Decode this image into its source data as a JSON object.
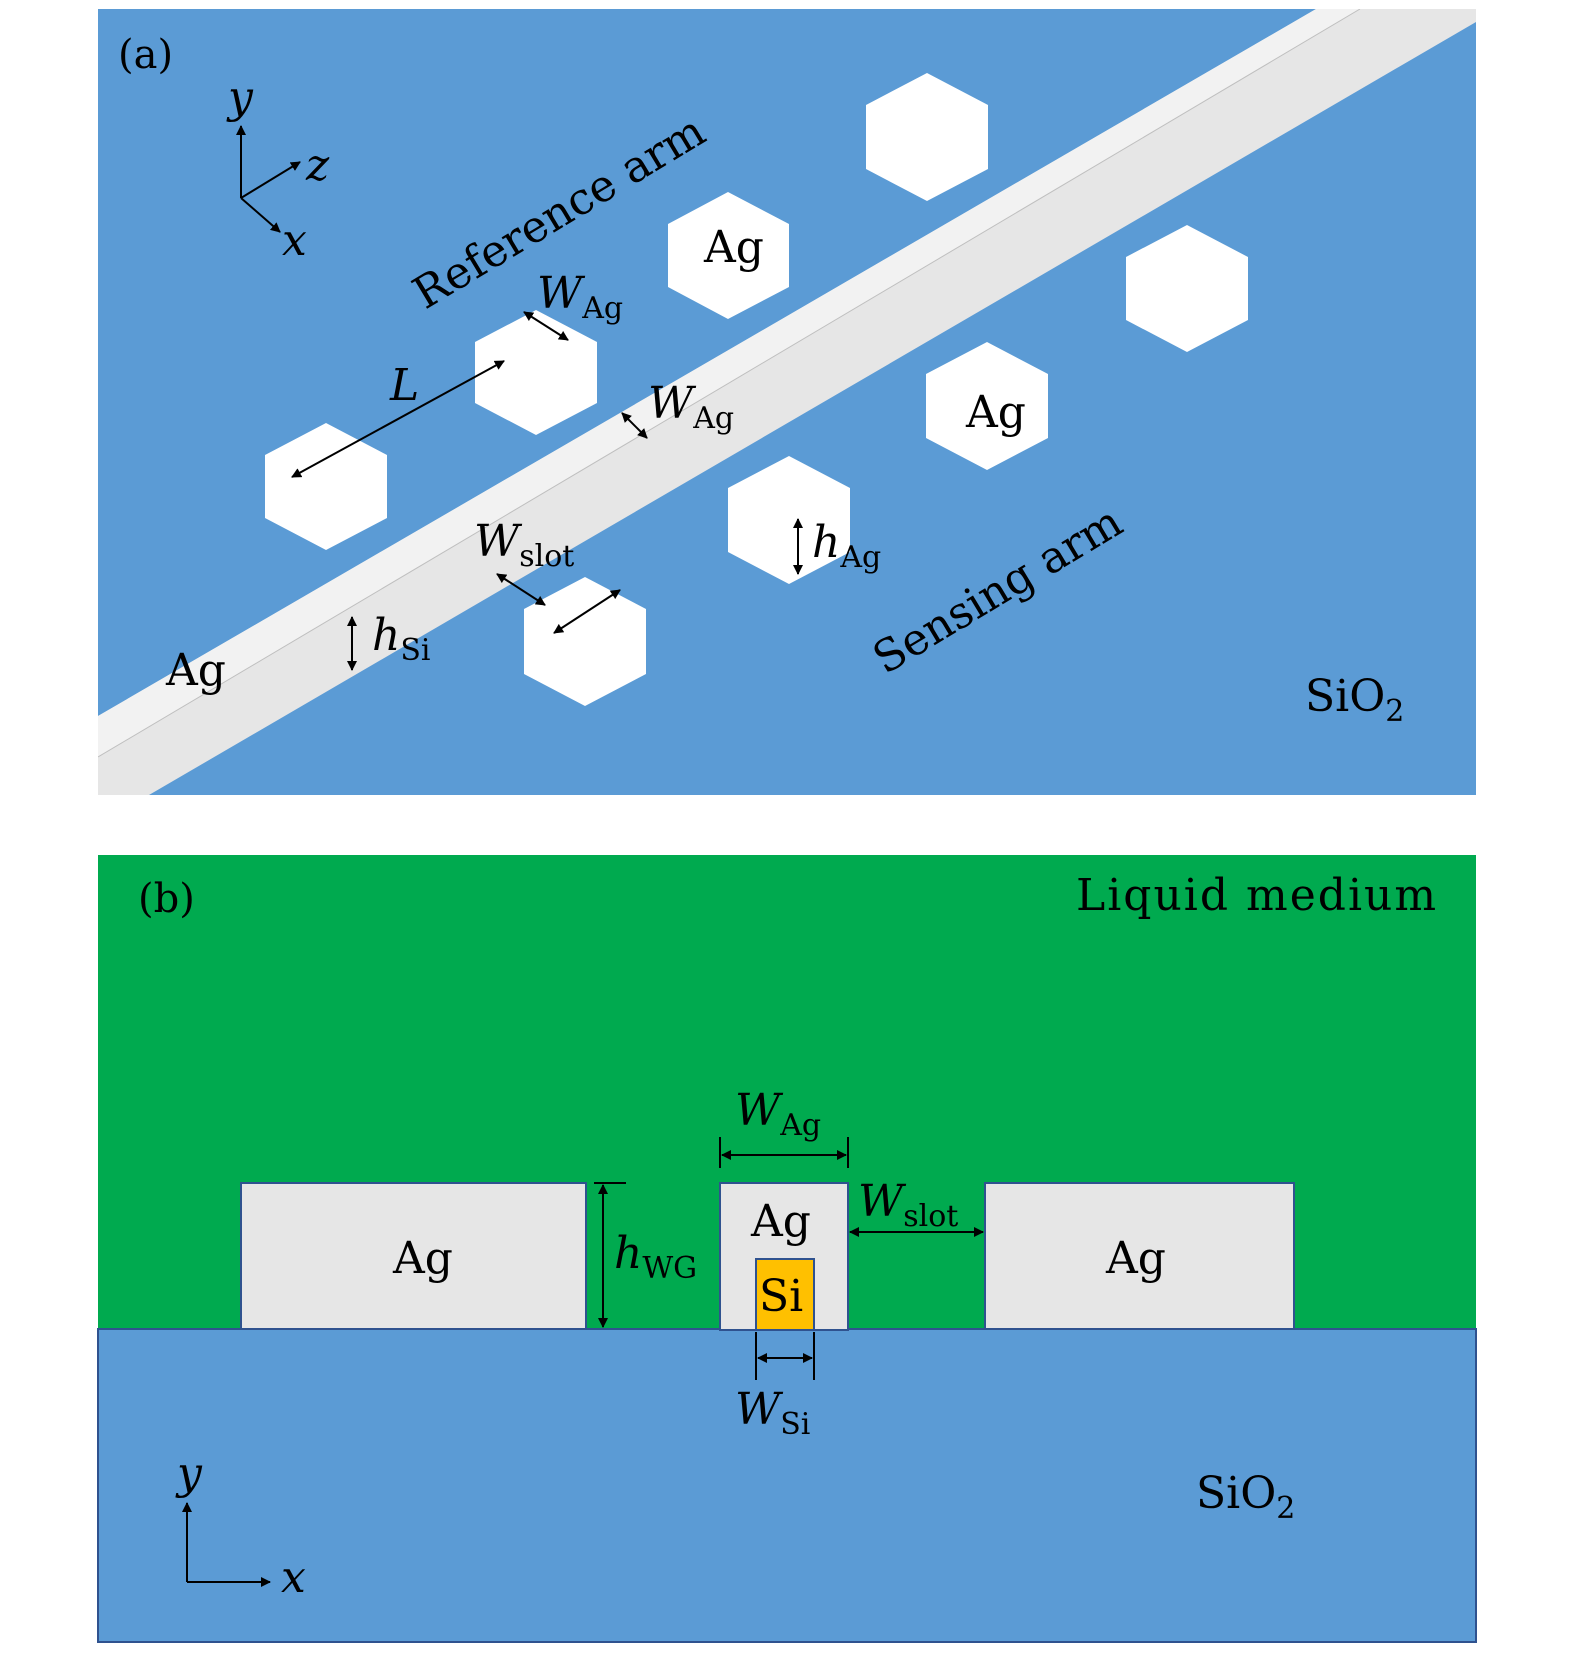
{
  "colors": {
    "substrate": "#5B9BD5",
    "liquid": "#00AA4F",
    "silver": "#E6E6E6",
    "silver_edge": "#F2F2F2",
    "silicon": "#FFC000",
    "outline": "#2F528F",
    "nanoparticle": "#FFFFFF"
  },
  "panel_a": {
    "tag": "(a)",
    "axis_y": "y",
    "axis_z": "z",
    "axis_x": "x",
    "reference_arm": "Reference arm",
    "sensing_arm": "Sensing arm",
    "ag_np_label_1": "Ag",
    "ag_np_label_2": "Ag",
    "ag_waveguide_label": "Ag",
    "substrate_label": "SiO",
    "substrate_sub": "2",
    "dim_L": "L",
    "dim_W": "W",
    "dim_Ag_sub": "Ag",
    "dim_slot_sub": "slot",
    "dim_h": "h",
    "dim_Si_sub": "Si"
  },
  "panel_b": {
    "tag": "(b)",
    "medium_label": "Liquid medium",
    "substrate_label": "SiO",
    "substrate_sub": "2",
    "left_block_label": "Ag",
    "center_block_label": "Ag",
    "right_block_label": "Ag",
    "core_label": "Si",
    "dim_W": "W",
    "dim_h": "h",
    "dim_Ag_sub": "Ag",
    "dim_slot_sub": "slot",
    "dim_WG_sub": "WG",
    "dim_Si_sub": "Si",
    "axis_y": "y",
    "axis_x": "x"
  }
}
